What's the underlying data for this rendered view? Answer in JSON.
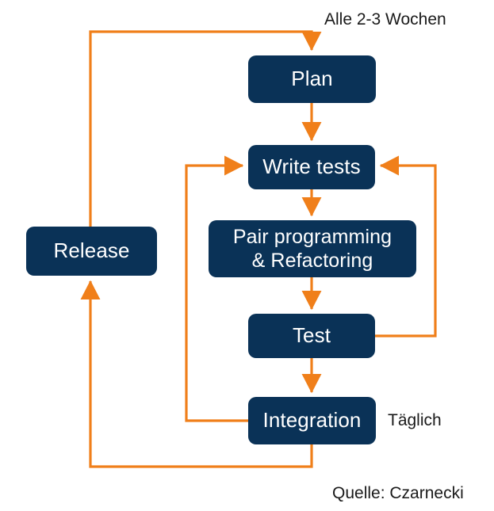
{
  "diagram": {
    "title": "Extreme Programming / Agile feedback loops",
    "colors": {
      "node_fill": "#0a3257",
      "node_text": "#ffffff",
      "edge": "#f07f1a",
      "caption_text": "#1a1a1a",
      "background": "#ffffff"
    },
    "nodes": [
      {
        "id": "plan",
        "label": "Plan"
      },
      {
        "id": "write-tests",
        "label": "Write tests"
      },
      {
        "id": "pair",
        "label": "Pair programming\n& Refactoring"
      },
      {
        "id": "test",
        "label": "Test"
      },
      {
        "id": "integration",
        "label": "Integration"
      },
      {
        "id": "release",
        "label": "Release"
      }
    ],
    "captions": [
      {
        "id": "cadence-iteration",
        "label": "Alle 2-3 Wochen"
      },
      {
        "id": "cadence-daily",
        "label": "Täglich"
      },
      {
        "id": "source",
        "label": "Quelle: Czarnecki"
      }
    ],
    "edges": [
      {
        "id": "plan-to-write-tests",
        "from": "plan",
        "to": "write-tests",
        "arrow": true
      },
      {
        "id": "write-tests-to-pair",
        "from": "write-tests",
        "to": "pair",
        "arrow": true
      },
      {
        "id": "pair-to-test",
        "from": "pair",
        "to": "test",
        "arrow": true
      },
      {
        "id": "test-to-integration",
        "from": "test",
        "to": "integration",
        "arrow": true
      },
      {
        "id": "test-to-write-tests-loop",
        "from": "test",
        "to": "write-tests",
        "arrow": true
      },
      {
        "id": "integration-to-write-tests-loop",
        "from": "integration",
        "to": "write-tests",
        "arrow": true
      },
      {
        "id": "integration-to-release-loop",
        "from": "integration",
        "to": "release",
        "arrow": true
      },
      {
        "id": "release-to-plan-loop",
        "from": "release",
        "to": "plan",
        "arrow": true
      }
    ]
  }
}
